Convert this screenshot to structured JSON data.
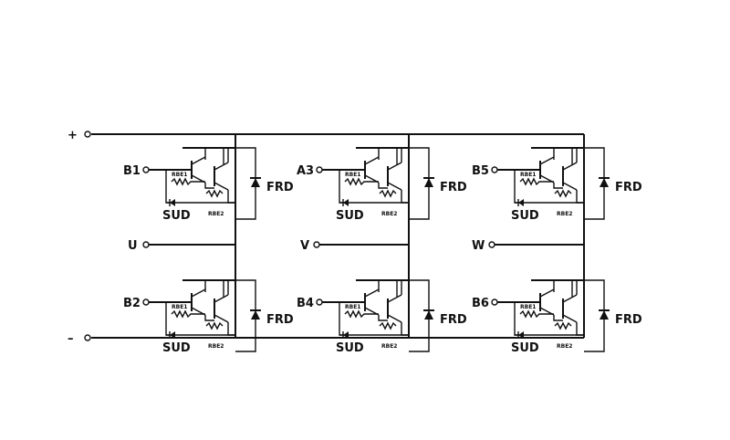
{
  "rails": {
    "positive": "+",
    "negative": "–"
  },
  "outputs": [
    "U",
    "V",
    "W"
  ],
  "bases": [
    "B1",
    "A3",
    "B5",
    "B2",
    "B4",
    "B6"
  ],
  "cells": [
    {
      "base": "B1",
      "rbe1": "RBE1",
      "rbe2": "RBE2",
      "sud": "SUD",
      "frd": "FRD"
    },
    {
      "base": "A3",
      "rbe1": "RBE1",
      "rbe2": "RBE2",
      "sud": "SUD",
      "frd": "FRD"
    },
    {
      "base": "B5",
      "rbe1": "RBE1",
      "rbe2": "RBE2",
      "sud": "SUD",
      "frd": "FRD"
    },
    {
      "base": "B2",
      "rbe1": "RBE1",
      "rbe2": "RBE2",
      "sud": "SUD",
      "frd": "FRD"
    },
    {
      "base": "B4",
      "rbe1": "RBE1",
      "rbe2": "RBE2",
      "sud": "SUD",
      "frd": "FRD"
    },
    {
      "base": "B6",
      "rbe1": "RBE1",
      "rbe2": "RBE2",
      "sud": "SUD",
      "frd": "FRD"
    }
  ]
}
